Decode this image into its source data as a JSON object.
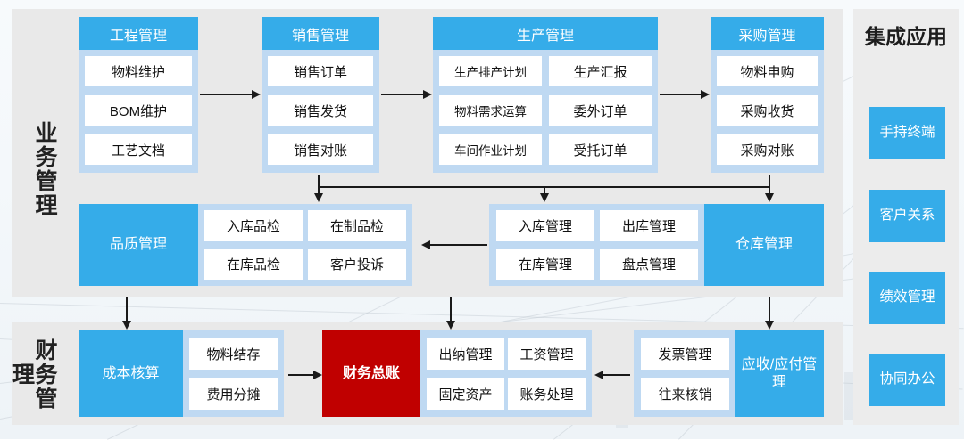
{
  "diagram": {
    "title_visible": false,
    "colors": {
      "accent_blue": "#35ace9",
      "card_bg_blue": "#bfd9f2",
      "panel_gray": "#e9e9e9",
      "rail_gray": "#ececec",
      "highlight_red": "#c00000",
      "cell_white": "#ffffff",
      "connector": "#1a1a1a"
    }
  },
  "business_panel": {
    "label": "业务管理",
    "row1": [
      {
        "header": "工程管理",
        "header_position": "top",
        "columns": 1,
        "cells": [
          "物料维护",
          "BOM维护",
          "工艺文档"
        ]
      },
      {
        "header": "销售管理",
        "header_position": "top",
        "columns": 1,
        "cells": [
          "销售订单",
          "销售发货",
          "销售对账"
        ]
      },
      {
        "header": "生产管理",
        "header_position": "top",
        "columns": 2,
        "cells": [
          "生产排产计划",
          "生产汇报",
          "物料需求运算",
          "委外订单",
          "车间作业计划",
          "受托订单"
        ]
      },
      {
        "header": "采购管理",
        "header_position": "top",
        "columns": 1,
        "cells": [
          "物料申购",
          "采购收货",
          "采购对账"
        ]
      }
    ],
    "row2": [
      {
        "header": "品质管理",
        "header_position": "left",
        "columns": 2,
        "cells": [
          "入库品检",
          "在制品检",
          "在库品检",
          "客户投诉"
        ]
      },
      {
        "header": "仓库管理",
        "header_position": "right",
        "columns": 2,
        "cells": [
          "入库管理",
          "出库管理",
          "在库管理",
          "盘点管理"
        ]
      }
    ]
  },
  "finance_panel": {
    "label": "财务管理",
    "row": [
      {
        "header": "成本核算",
        "header_position": "left",
        "header_style": "blue",
        "columns": 1,
        "cells": [
          "物料结存",
          "费用分摊"
        ]
      },
      {
        "header": "财务总账",
        "header_position": "left",
        "header_style": "red",
        "columns": 2,
        "cells": [
          "出纳管理",
          "工资管理",
          "固定资产",
          "账务处理"
        ]
      },
      {
        "header": "应收/应付管理",
        "header_position": "right",
        "header_style": "blue",
        "columns": 1,
        "cells": [
          "发票管理",
          "往来核销"
        ]
      }
    ]
  },
  "integration_rail": {
    "title": "集成应用",
    "items": [
      "手持终端",
      "客户关系",
      "绩效管理",
      "协同办公"
    ]
  },
  "connectors": [
    {
      "name": "engineering-to-sales",
      "type": "arrow-right"
    },
    {
      "name": "sales-to-production",
      "type": "arrow-right"
    },
    {
      "name": "production-to-purchase",
      "type": "arrow-right"
    },
    {
      "name": "production-bus-to-quality",
      "type": "arrow-down"
    },
    {
      "name": "production-bus-to-warehouse",
      "type": "arrow-down"
    },
    {
      "name": "purchase-to-warehouse",
      "type": "arrow-down"
    },
    {
      "name": "warehouse-to-quality",
      "type": "arrow-left"
    },
    {
      "name": "quality-to-cost",
      "type": "arrow-down"
    },
    {
      "name": "warehouse-to-ledger",
      "type": "arrow-down"
    },
    {
      "name": "payable-column-down",
      "type": "arrow-down"
    },
    {
      "name": "cost-to-ledger",
      "type": "arrow-right"
    },
    {
      "name": "receivable-to-ledger",
      "type": "arrow-left"
    }
  ]
}
